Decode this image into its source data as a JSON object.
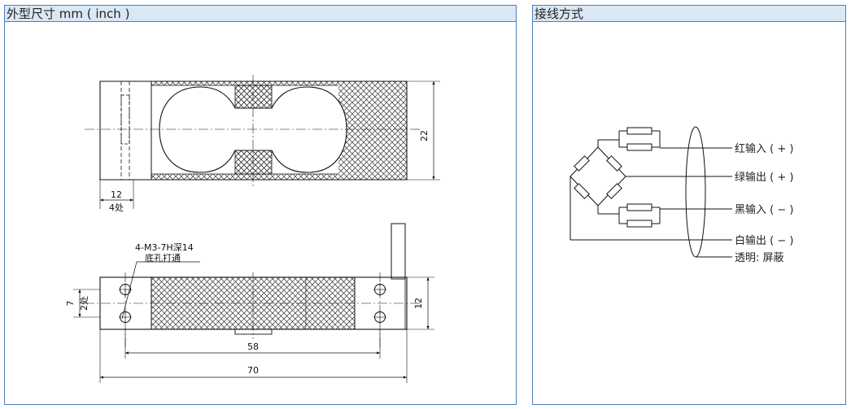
{
  "dimensions_panel": {
    "title": "外型尺寸 mm ( inch )",
    "top_view": {
      "height": "22",
      "pocket_width": "12",
      "pocket_count": "4处"
    },
    "bottom_view": {
      "thread_spec": "4-M3-7H深14",
      "thread_note": "底孔打通",
      "hole_pitch_v": "7",
      "hole_count": "2处",
      "side_width": "12",
      "hole_pitch_h": "58",
      "overall_length": "70"
    }
  },
  "wiring_panel": {
    "title": "接线方式",
    "wires": [
      {
        "label": "红输入 ( + )"
      },
      {
        "label": "绿输出 ( + )"
      },
      {
        "label": "黑输入 ( − )"
      },
      {
        "label": "白输出 ( − )"
      },
      {
        "label": "透明: 屏蔽"
      }
    ]
  }
}
